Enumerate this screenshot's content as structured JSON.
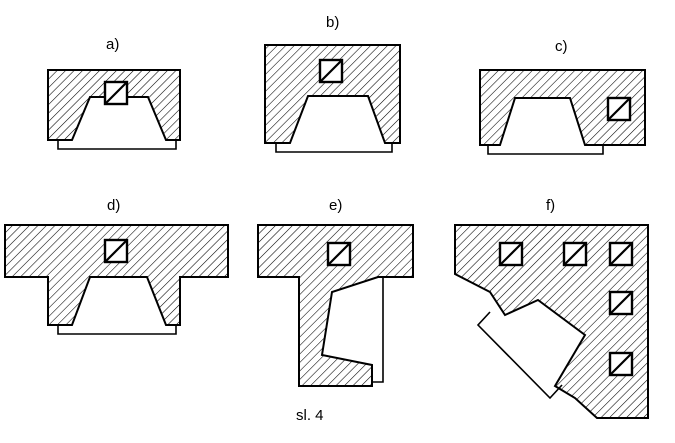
{
  "figure": {
    "labels": {
      "a": "a)",
      "b": "b)",
      "c": "c)",
      "d": "d)",
      "e": "e)",
      "f": "f)"
    },
    "caption": "sl. 4"
  }
}
